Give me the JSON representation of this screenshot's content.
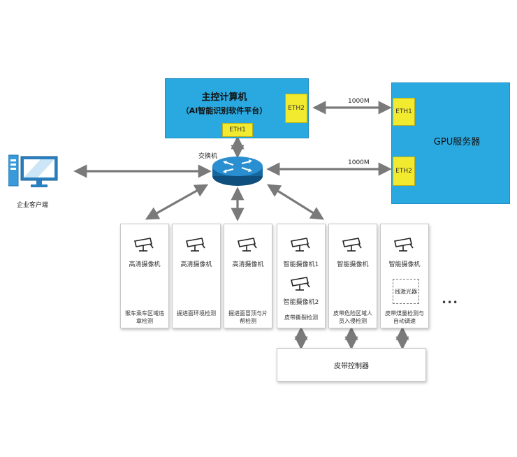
{
  "main_computer": {
    "title": "主控计算机",
    "subtitle": "（AI智能识别软件平台）",
    "eth2": "ETH2",
    "eth1": "ETH1"
  },
  "gpu_server": {
    "title": "GPU服务器",
    "eth1": "ETH1",
    "eth2": "ETH2"
  },
  "links": {
    "top_speed": "1000M",
    "bottom_speed": "1000M"
  },
  "switch": {
    "label": "交换机"
  },
  "client": {
    "label": "企业客户端"
  },
  "panels": [
    {
      "camera": "高清摄像机",
      "desc": "猴车乘车区域违章检测"
    },
    {
      "camera": "高清摄像机",
      "desc": "掘进面环境检测"
    },
    {
      "camera": "高清摄像机",
      "desc": "掘进面冒顶与片帮检测"
    },
    {
      "camera": "智能摄像机1",
      "camera2": "智能摄像机2",
      "desc": "皮带撕裂检测"
    },
    {
      "camera": "智能摄像机",
      "desc": "皮带危险区域人员入侵检测"
    },
    {
      "camera": "智能摄像机",
      "laser": "线激光器",
      "desc": "皮带煤量检测与自动调速"
    }
  ],
  "ellipsis": "•••",
  "controller": {
    "label": "皮带控制器"
  }
}
